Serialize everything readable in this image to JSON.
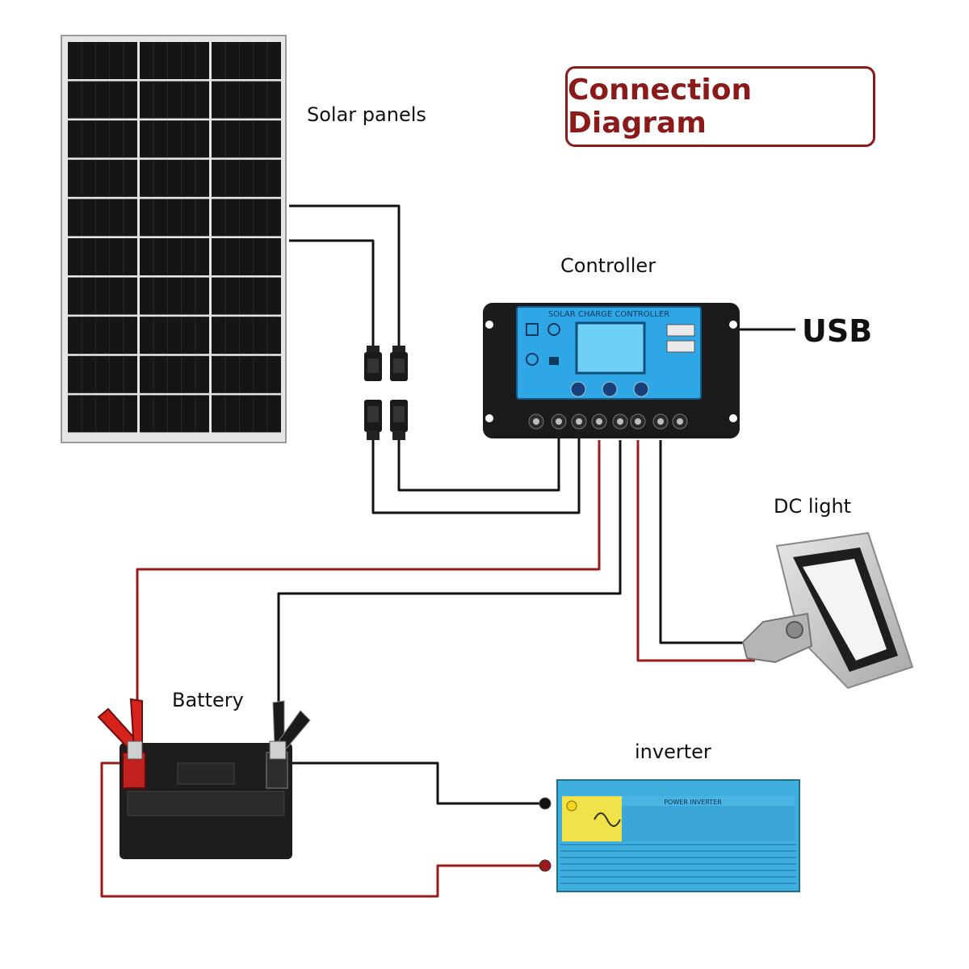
{
  "title": "Connection Diagram",
  "labels": {
    "solar_panels": "Solar panels",
    "controller": "Controller",
    "usb": "USB",
    "dc_light": "DC light",
    "battery": "Battery",
    "inverter": "inverter"
  },
  "controller_face": {
    "header": "SOLAR CHARGE CONTROLLER"
  },
  "inverter_face": {
    "header": "POWER INVERTER"
  },
  "colors": {
    "title": "#8b1a1a",
    "wire_red": "#9b1b1b",
    "wire_black": "#111111",
    "controller_screen": "#2fa6e6",
    "inverter_body": "#3fb0de",
    "inverter_label": "#f2e24a"
  }
}
